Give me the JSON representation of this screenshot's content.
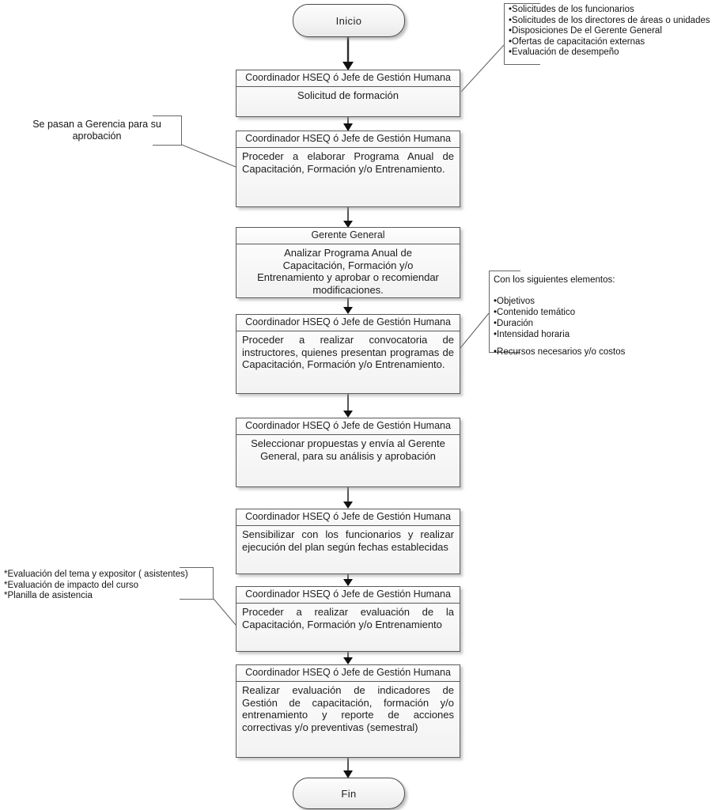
{
  "flow": {
    "start": {
      "label": "Inicio"
    },
    "end": {
      "label": "Fin"
    },
    "boxes": [
      {
        "header": "Coordinador HSEQ ó Jefe de Gestión Humana",
        "body": "Solicitud de formación"
      },
      {
        "header": "Coordinador HSEQ ó Jefe de Gestión Humana",
        "body": "Proceder a elaborar Programa Anual de Capacitación, Formación y/o Entrenamiento."
      },
      {
        "header": "Gerente General",
        "body": "Analizar Programa Anual de Capacitación, Formación y/o Entrenamiento y aprobar o recomiendar modificaciones."
      },
      {
        "header": "Coordinador HSEQ ó Jefe de Gestión Humana",
        "body": "Proceder a realizar convocatoria de instructores, quienes presentan programas de Capacitación, Formación y/o Entrenamiento."
      },
      {
        "header": "Coordinador HSEQ ó Jefe de Gestión Humana",
        "body": "Seleccionar propuestas y envía al Gerente General,  para su análisis y aprobación"
      },
      {
        "header": "Coordinador HSEQ ó Jefe de Gestión Humana",
        "body": "Sensibilizar con los funcionarios y realizar ejecución del plan según fechas establecidas"
      },
      {
        "header": "Coordinador HSEQ ó Jefe de Gestión Humana",
        "body": "Proceder a realizar evaluación de la Capacitación, Formación y/o Entrenamiento"
      },
      {
        "header": "Coordinador HSEQ ó Jefe de Gestión Humana",
        "body": "Realizar evaluación de indicadores de Gestión de capacitación, formación y/o entrenamiento y reporte de acciones correctivas y/o preventivas (semestral)"
      }
    ]
  },
  "notes": {
    "sources": {
      "items": [
        "•Solicitudes de los funcionarios",
        "•Solicitudes de los directores de áreas o unidades",
        "•Disposiciones De el Gerente General",
        "•Ofertas de capacitación externas",
        "•Evaluación de desempeño"
      ]
    },
    "approval": {
      "text": "Se pasan a Gerencia para su aprobación"
    },
    "elements": {
      "title": "Con los siguientes elementos:",
      "items": [
        "•Objetivos",
        "•Contenido temático",
        "•Duración",
        "•Intensidad horaria",
        "•Recursos necesarios y/o costos"
      ]
    },
    "evaluation": {
      "items": [
        "*Evaluación del tema y expositor ( asistentes)",
        "*Evaluación de impacto del curso",
        "*Planilla de asistencia"
      ]
    }
  },
  "colors": {
    "box_border": "#5a5a5a",
    "box_fill_top": "#fefefe",
    "box_fill_bottom": "#f2f2f2",
    "text": "#1f1f1f",
    "connector": "#2a2a2a",
    "note_border": "#666666",
    "background": "#ffffff"
  }
}
